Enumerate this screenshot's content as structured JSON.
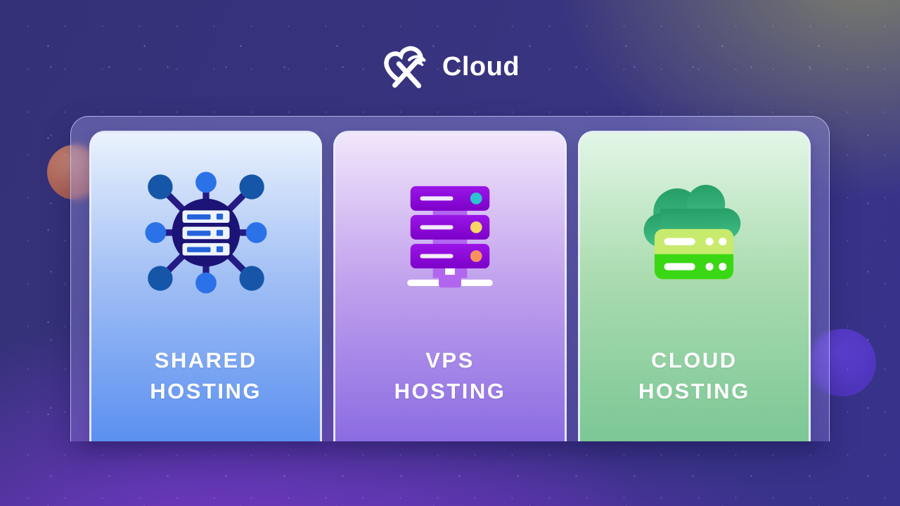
{
  "logo": {
    "text": "Cloud",
    "icon": "xcloud-logo-icon"
  },
  "cards": [
    {
      "id": "shared-hosting",
      "title_line1": "SHARED",
      "title_line2": "HOSTING",
      "icon": "network-server-icon",
      "colors": {
        "top": "#eaf2fd",
        "mid": "#a3c0f5",
        "bottom": "#5b90f0"
      }
    },
    {
      "id": "vps-hosting",
      "title_line1": "VPS",
      "title_line2": "HOSTING",
      "icon": "server-rack-icon",
      "colors": {
        "top": "#f2e7fb",
        "mid": "#c3a4ee",
        "bottom": "#8b6ce2"
      }
    },
    {
      "id": "cloud-hosting",
      "title_line1": "CLOUD",
      "title_line2": "HOSTING",
      "icon": "cloud-server-icon",
      "colors": {
        "top": "#e2f6e6",
        "mid": "#abdcb0",
        "bottom": "#7cc795"
      }
    }
  ],
  "background": {
    "base_indigo": "#343178",
    "accent_purple": "#8539dd",
    "accent_olive": "#82856a",
    "coral_circle": "#b56a5c",
    "violet_circle": "#5b3fd4",
    "panel_border": "#c8d2ff"
  }
}
